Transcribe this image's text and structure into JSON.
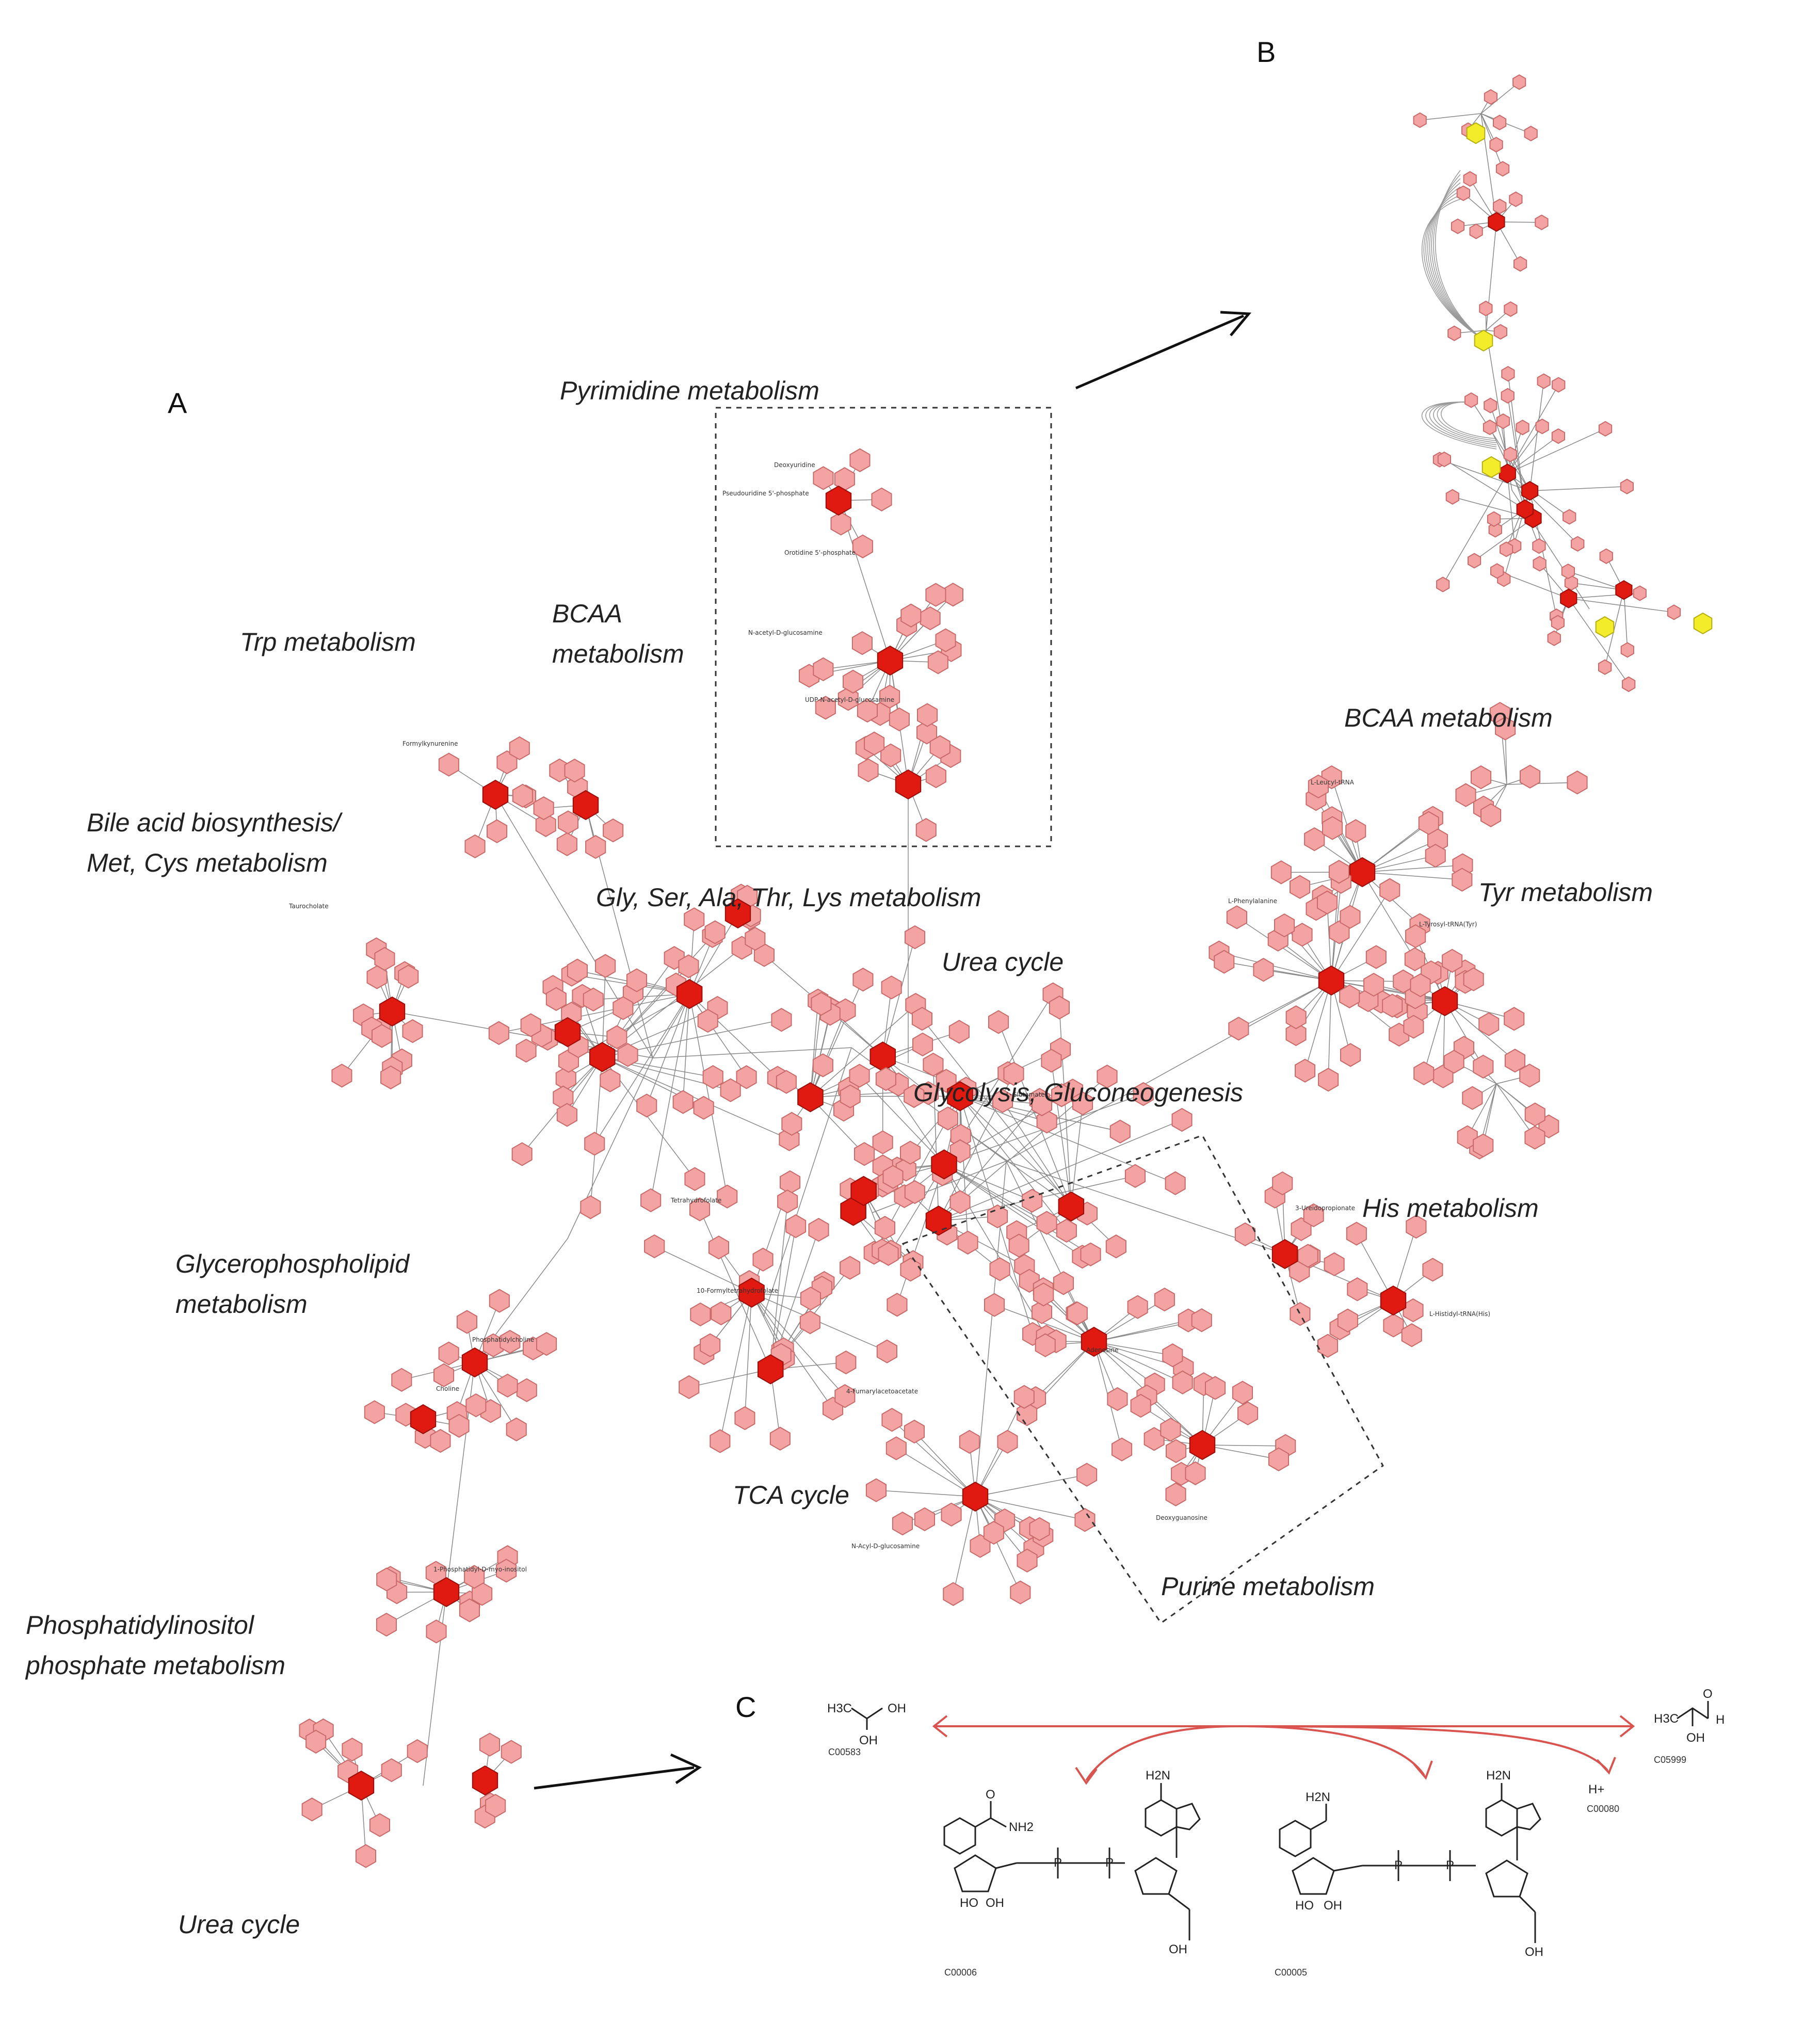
{
  "panels": {
    "a": "A",
    "b": "B",
    "c": "C"
  },
  "pathways": {
    "pyrimidine": "Pyrimidine metabolism",
    "bcaa_a": "BCAA\nmetabolism",
    "trp": "Trp metabolism",
    "bile": "Bile acid biosynthesis/\nMet, Cys metabolism",
    "gly": "Gly, Ser, Ala, Thr, Lys metabolism",
    "urea_a": "Urea cycle",
    "glycolysis": "Glycolysis, Gluconeogenesis",
    "tyr": "Tyr metabolism",
    "his": "His metabolism",
    "glycero": "Glycerophospholipid\nmetabolism",
    "tca": "TCA cycle",
    "purine": "Purine metabolism",
    "phosphatidyl": "Phosphatidylinositol\nphosphate metabolism",
    "urea_b": "Urea cycle",
    "bcaa_b": "BCAA metabolism"
  },
  "node_labels": [
    "Deoxyuridine",
    "Pseudouridine 5'-phosphate",
    "Orotidine 5'-phosphate",
    "N-acetyl-D-glucosamine",
    "UDP-N-acetyl-D-glucosamine",
    "L-Leucyl-tRNA",
    "L-Phenylalanine",
    "L-Tyrosyl-tRNA(Tyr)",
    "3-Ureidopropionate",
    "Taurocholate",
    "Formylkynurenine",
    "Tetrahydrofolate",
    "10-Formyltetrahydrofolate",
    "4-Fumarylacetoacetate",
    "1-Phosphatidyl-D-myo-inositol",
    "Phosphatidylcholine",
    "Choline",
    "N-Acyl-D-glucosamine",
    "Deoxyguanosine",
    "L-Histidyl-tRNA(His)",
    "L-Glutamate",
    "Adenosine"
  ],
  "chemistry": {
    "ids": {
      "propanediol": "C00583",
      "lactaldehyde": "C05999",
      "hplus": "C00080",
      "nadp": "C00006",
      "nadph": "C00005"
    },
    "formulas": {
      "h3c": "H3C",
      "oh": "OH",
      "o": "O",
      "h": "H",
      "hplus": "H+",
      "h2n": "H2N",
      "nh2": "NH2",
      "ho": "HO",
      "p": "P"
    }
  },
  "colors": {
    "hub_node": "#e01a10",
    "node_fill": "#f4a3a3",
    "node_stroke": "#c86a6a",
    "highlight_node": "#f2ec2a",
    "edge": "#888888",
    "reaction_arrow": "#d9534f"
  },
  "icons": {
    "arrow_to_b": "arrow-right-up-icon",
    "arrow_to_c": "arrow-right-icon"
  }
}
